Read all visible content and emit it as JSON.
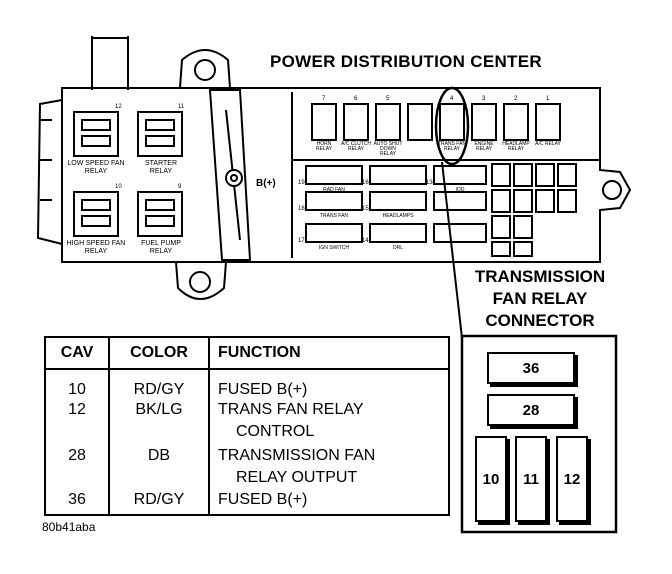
{
  "diagram": {
    "title": "POWER DISTRIBUTION CENTER",
    "battery_label": "B(+)",
    "relays": {
      "r12": {
        "num": "12",
        "label": "LOW SPEED FAN RELAY"
      },
      "r11": {
        "num": "11",
        "label": "STARTER RELAY"
      },
      "r10": {
        "num": "10",
        "label": "HIGH SPEED FAN RELAY"
      },
      "r9": {
        "num": "9",
        "label": "FUEL PUMP RELAY"
      }
    },
    "top_fuses": [
      {
        "num": "7",
        "label": "HORN RELAY"
      },
      {
        "num": "6",
        "label": "A/C CLUTCH RELAY"
      },
      {
        "num": "5",
        "label": "AUTO SHUT DOWN RELAY"
      },
      {
        "num": "4",
        "label": "TRANS FAN RELAY"
      },
      {
        "num": "3",
        "label": "ENGINE RELAY"
      },
      {
        "num": "2",
        "label": "HEADLAMP RELAY"
      },
      {
        "num": "1",
        "label": "A/C RELAY"
      }
    ],
    "maxi_fuses": [
      {
        "num": "19",
        "label": "RAD FAN"
      },
      {
        "num": "18",
        "label": "TRANS FAN"
      },
      {
        "num": "17",
        "label": "IGN SWITCH"
      },
      {
        "num": "16",
        "label": ""
      },
      {
        "num": "15",
        "label": "HEADLAMPS"
      },
      {
        "num": "14",
        "label": "DRL"
      },
      {
        "num": "13",
        "label": "IOD"
      }
    ]
  },
  "connector": {
    "title_line1": "TRANSMISSION",
    "title_line2": "FAN RELAY",
    "title_line3": "CONNECTOR",
    "cavities": {
      "c36": "36",
      "c28": "28",
      "c10": "10",
      "c11": "11",
      "c12": "12"
    }
  },
  "table": {
    "headers": {
      "cav": "CAV",
      "color": "COLOR",
      "function": "FUNCTION"
    },
    "rows": [
      {
        "cav": "10",
        "color": "RD/GY",
        "function": "FUSED B(+)",
        "function2": ""
      },
      {
        "cav": "12",
        "color": "BK/LG",
        "function": "TRANS FAN RELAY",
        "function2": "CONTROL"
      },
      {
        "cav": "28",
        "color": "DB",
        "function": "TRANSMISSION FAN",
        "function2": "RELAY OUTPUT"
      },
      {
        "cav": "36",
        "color": "RD/GY",
        "function": "FUSED B(+)",
        "function2": ""
      }
    ]
  },
  "caption": "80b41aba"
}
